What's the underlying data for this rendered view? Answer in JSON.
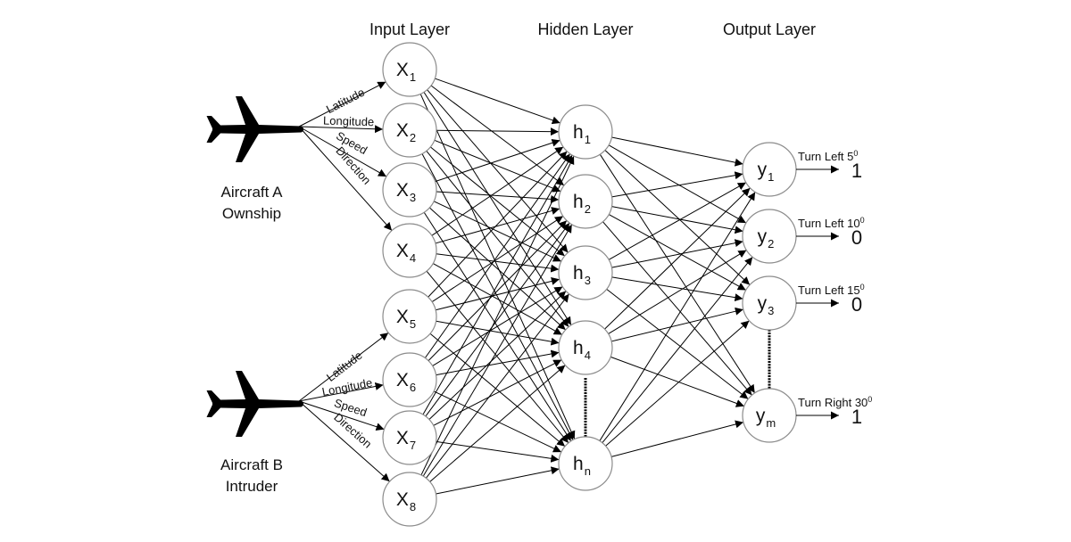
{
  "layers": {
    "input_title": "Input Layer",
    "hidden_title": "Hidden Layer",
    "output_title": "Output Layer"
  },
  "input_nodes": [
    {
      "main": "X",
      "sub": "1"
    },
    {
      "main": "X",
      "sub": "2"
    },
    {
      "main": "X",
      "sub": "3"
    },
    {
      "main": "X",
      "sub": "4"
    },
    {
      "main": "X",
      "sub": "5"
    },
    {
      "main": "X",
      "sub": "6"
    },
    {
      "main": "X",
      "sub": "7"
    },
    {
      "main": "X",
      "sub": "8"
    }
  ],
  "hidden_nodes": [
    {
      "main": "h",
      "sub": "1"
    },
    {
      "main": "h",
      "sub": "2"
    },
    {
      "main": "h",
      "sub": "3"
    },
    {
      "main": "h",
      "sub": "4"
    },
    {
      "main": "h",
      "sub": "n"
    }
  ],
  "output_nodes": [
    {
      "main": "y",
      "sub": "1",
      "label": "Turn Left 5",
      "sup": "0",
      "value": "1"
    },
    {
      "main": "y",
      "sub": "2",
      "label": "Turn Left 10",
      "sup": "0",
      "value": "0"
    },
    {
      "main": "y",
      "sub": "3",
      "label": "Turn Left 15",
      "sup": "0",
      "value": "0"
    },
    {
      "main": "y",
      "sub": "m",
      "label": "Turn Right 30",
      "sup": "0",
      "value": "1"
    }
  ],
  "aircraft": [
    {
      "line1": "Aircraft A",
      "line2": "Ownship",
      "inputs": [
        "Latitude",
        "Longitude",
        "Speed",
        "Direction"
      ]
    },
    {
      "line1": "Aircraft B",
      "line2": "Intruder",
      "inputs": [
        "Latitude",
        "Longitude",
        "Speed",
        "Direction"
      ]
    }
  ],
  "icons": [
    "airplane-icon"
  ]
}
